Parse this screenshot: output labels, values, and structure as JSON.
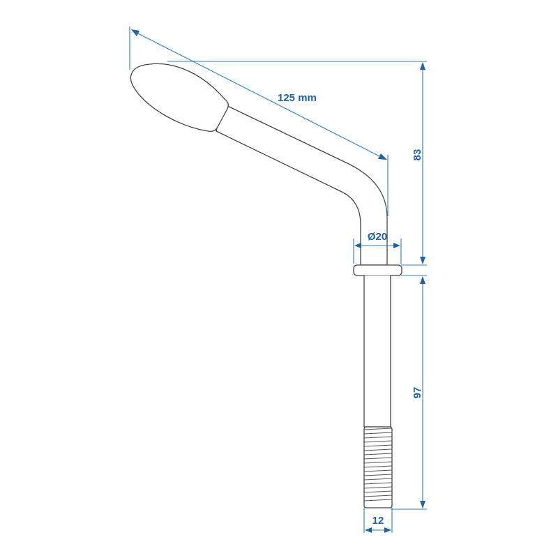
{
  "drawing": {
    "type": "technical drawing",
    "subject": "angled handle pin with threaded end",
    "colors": {
      "outline": "#444444",
      "dimension_line": "#2f7fc1",
      "dimension_text": "#1f62a8",
      "background": "#ffffff"
    },
    "dimensions": {
      "length_diagonal": "125 mm",
      "height_upper": "83",
      "diameter_collar": "Ø20",
      "height_lower": "97",
      "thread_width": "12"
    }
  }
}
